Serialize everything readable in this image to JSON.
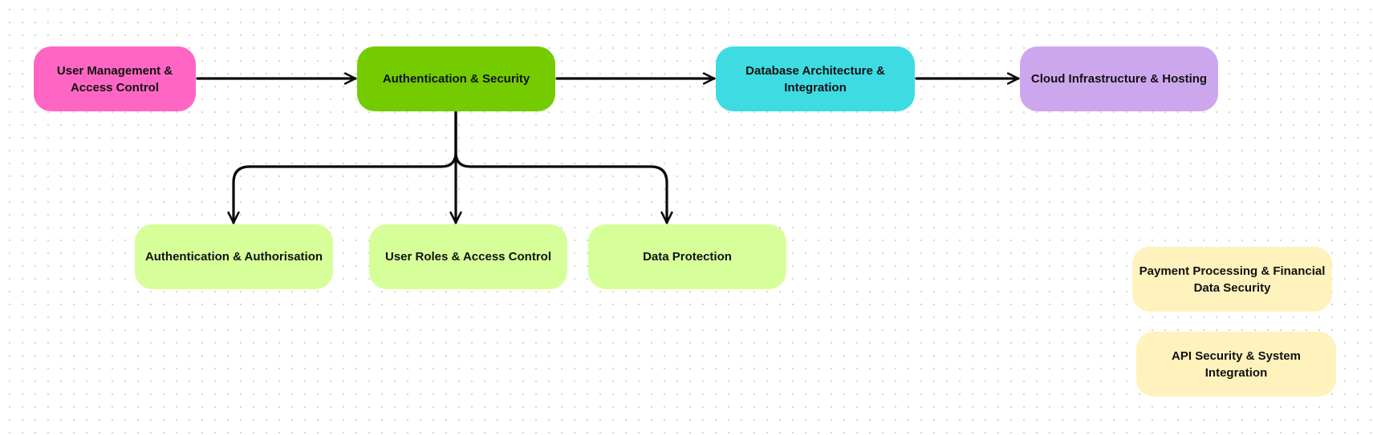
{
  "colors": {
    "pink": "#ff66c4",
    "green": "#74cc00",
    "cyan": "#3fdbe2",
    "lavender": "#cda7ee",
    "light_green": "#d7ff99",
    "light_yellow": "#fff2bd",
    "connector": "#0a0a0a"
  },
  "nodes": {
    "user_management": {
      "label": "User Management & Access Control",
      "color": "#ff66c4"
    },
    "auth_security": {
      "label": "Authentication & Security",
      "color": "#74cc00"
    },
    "db_architecture": {
      "label": "Database Architecture & Integration",
      "color": "#3fdbe2"
    },
    "cloud_infra": {
      "label": "Cloud Infrastructure & Hosting",
      "color": "#cda7ee"
    },
    "auth_authorisation": {
      "label": "Authentication & Authorisation",
      "color": "#d7ff99"
    },
    "user_roles": {
      "label": "User Roles & Access Control",
      "color": "#d7ff99"
    },
    "data_protection": {
      "label": "Data Protection",
      "color": "#d7ff99"
    },
    "payment_processing": {
      "label": "Payment Processing & Financial Data Security",
      "color": "#fff2bd"
    },
    "api_security": {
      "label": "API Security & System Integration",
      "color": "#fff2bd"
    }
  },
  "edges": [
    {
      "from": "user_management",
      "to": "auth_security"
    },
    {
      "from": "auth_security",
      "to": "db_architecture"
    },
    {
      "from": "db_architecture",
      "to": "cloud_infra"
    },
    {
      "from": "auth_security",
      "to": "auth_authorisation"
    },
    {
      "from": "auth_security",
      "to": "user_roles"
    },
    {
      "from": "auth_security",
      "to": "data_protection"
    }
  ]
}
